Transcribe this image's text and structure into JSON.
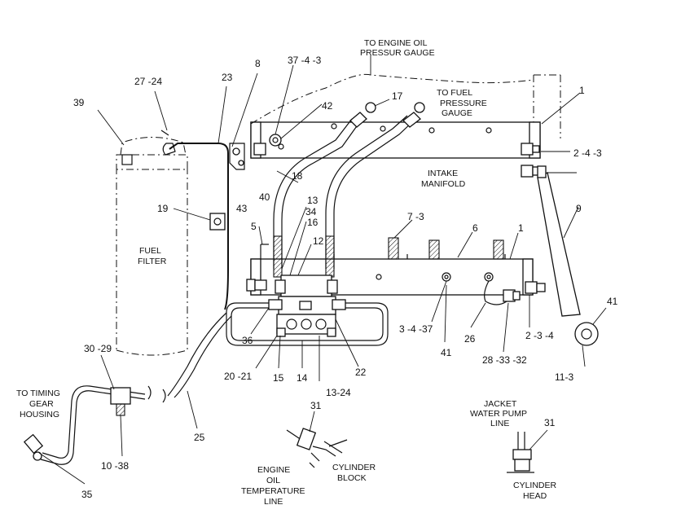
{
  "part_labels": {
    "p1_top": "1",
    "p1_lower": "1",
    "p2_4_3": "2 -4 -3",
    "p2_3_4": "2 -3 -4",
    "p3_4_37": "3 -4 -37",
    "p5": "5",
    "p6": "6",
    "p7_3": "7 -3",
    "p8": "8",
    "p9": "9",
    "p10_38": "10 -38",
    "p11_3": "11-3",
    "p12": "12",
    "p13": "13",
    "p13_24": "13-24",
    "p14": "14",
    "p15": "15",
    "p16": "16",
    "p17": "17",
    "p18": "18",
    "p19": "19",
    "p20_21": "20 -21",
    "p22": "22",
    "p23": "23",
    "p25": "25",
    "p26": "26",
    "p27_24": "27 -24",
    "p28_33_32": "28 -33 -32",
    "p30_29": "30 -29",
    "p31_a": "31",
    "p31_b": "31",
    "p34": "34",
    "p35": "35",
    "p36": "36",
    "p37_4_3": "37 -4 -3",
    "p39": "39",
    "p40": "40",
    "p41_a": "41",
    "p41_b": "41",
    "p42": "42",
    "p43": "43"
  },
  "captions": {
    "oil_gauge": [
      "TO ENGINE OIL",
      "PRESSUR GAUGE"
    ],
    "fuel_gauge": [
      "TO FUEL",
      "PRESSURE",
      "GAUGE"
    ],
    "intake": [
      "INTAKE",
      "MANIFOLD"
    ],
    "fuel_filter": [
      "FUEL",
      "FILTER"
    ],
    "timing_gear": [
      "TO TIMING",
      "GEAR",
      "HOUSING"
    ],
    "jacket_water": [
      "JACKET",
      "WATER PUMP",
      "LINE"
    ],
    "oil_temp": [
      "ENGINE",
      "OIL",
      "TEMPERATURE",
      "LINE"
    ],
    "cyl_block": [
      "CYLINDER",
      "BLOCK"
    ],
    "cyl_head": [
      "CYLINDER",
      "HEAD"
    ]
  }
}
